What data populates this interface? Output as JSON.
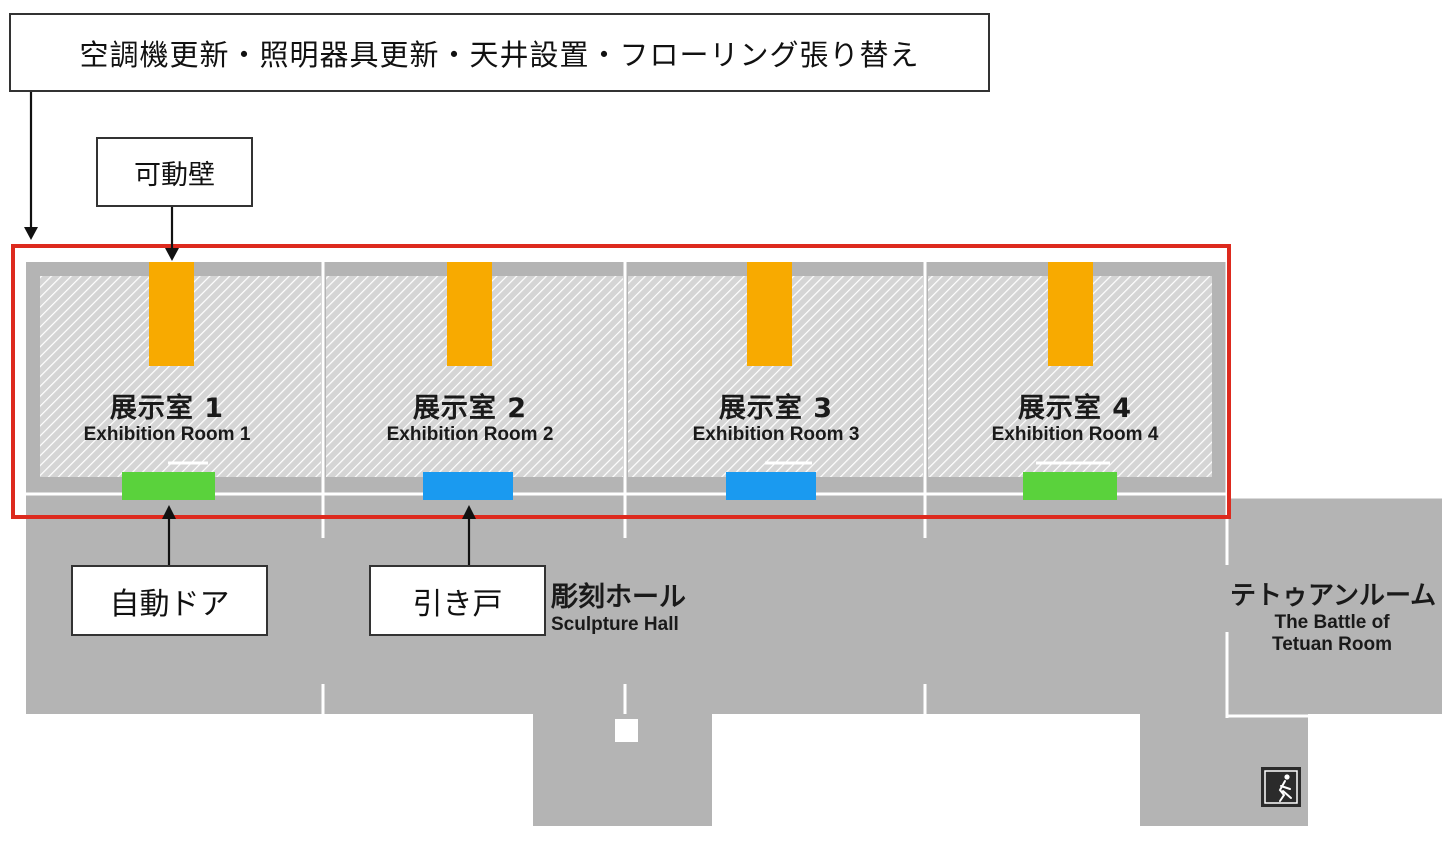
{
  "callouts": {
    "renovation": "空調機更新・照明器具更新・天井設置・フローリング張り替え",
    "movable_wall": "可動壁",
    "automatic_door": "自動ドア",
    "sliding_door": "引き戸"
  },
  "rooms": [
    {
      "ja": "展示室 1",
      "en": "Exhibition Room 1",
      "door": "automatic"
    },
    {
      "ja": "展示室 2",
      "en": "Exhibition Room 2",
      "door": "sliding"
    },
    {
      "ja": "展示室 3",
      "en": "Exhibition Room 3",
      "door": "sliding"
    },
    {
      "ja": "展示室 4",
      "en": "Exhibition Room 4",
      "door": "automatic"
    }
  ],
  "halls": {
    "sculpture": {
      "ja": "彫刻ホール",
      "en": "Sculpture Hall"
    },
    "tetuan": {
      "ja": "テトゥアンルーム",
      "en_line1": "The Battle of",
      "en_line2": "Tetuan Room"
    }
  },
  "colors": {
    "floor": "#b4b4b4",
    "movable_wall": "#f8aa00",
    "automatic_door": "#5ad23c",
    "sliding_door": "#1a9af0",
    "highlight_frame": "#dd2a1e"
  },
  "icons": {
    "exit": "emergency-exit-icon"
  }
}
